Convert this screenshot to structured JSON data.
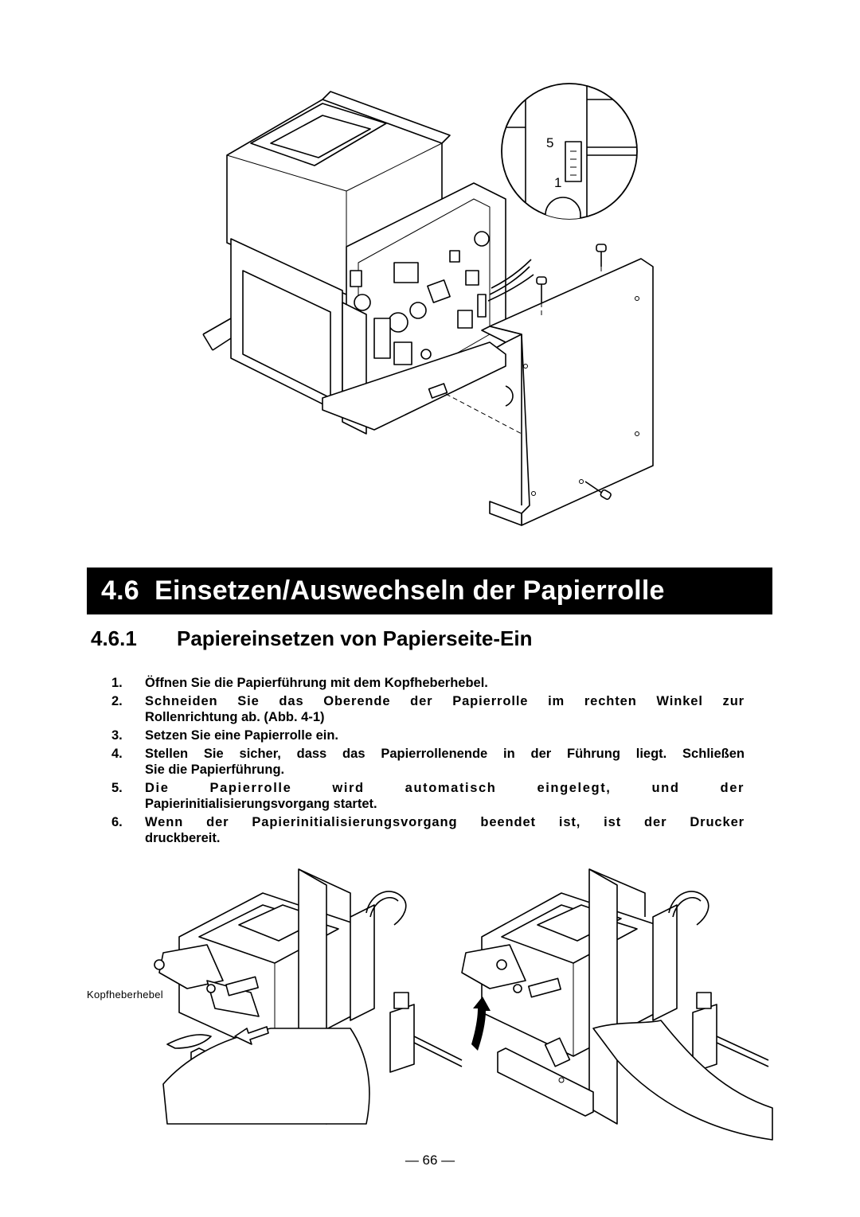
{
  "section": {
    "number": "4.6",
    "title": "Einsetzen/Auswechseln der Papierrolle"
  },
  "subsection": {
    "number": "4.6.1",
    "title": "Papiereinsetzen von Papierseite-Ein"
  },
  "connector_callout": {
    "pin_top": "5",
    "pin_bottom": "1"
  },
  "steps": [
    {
      "n": "1.",
      "text": "Öffnen Sie die Papierführung mit dem Kopfheberhebel."
    },
    {
      "n": "2.",
      "line1": "Schneiden Sie das Oberende der Papierrolle im rechten Winkel zur",
      "line2": "Rollenrichtung ab.  (Abb. 4-1)"
    },
    {
      "n": "3.",
      "text": "Setzen Sie eine Papierrolle ein."
    },
    {
      "n": "4.",
      "line1": "Stellen Sie sicher, dass das Papierrollenende in der Führung liegt.  Schließen",
      "line2": "Sie die Papierführung."
    },
    {
      "n": "5.",
      "line1": "Die Papierrolle wird automatisch eingelegt, und der",
      "line2": "Papierinitialisierungsvorgang startet."
    },
    {
      "n": "6.",
      "line1": "Wenn der Papierinitialisierungsvorgang beendet ist, ist der Drucker",
      "line2": "druckbereit."
    }
  ],
  "figure_labels": {
    "lever": "Kopfheberhebel"
  },
  "page_number": "— 66 —"
}
